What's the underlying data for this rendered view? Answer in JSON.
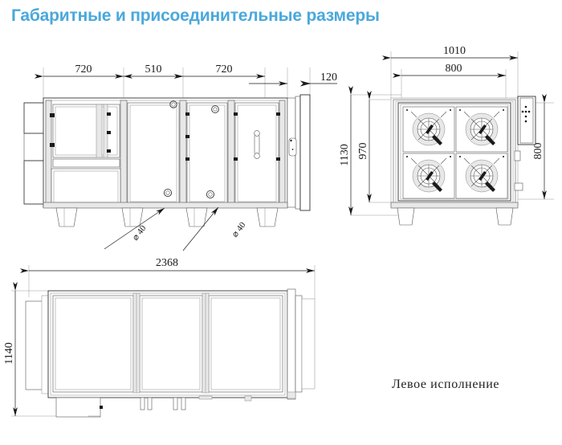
{
  "page": {
    "title": "Габаритные и присоединительные размеры",
    "title_color": "#4aa8dc",
    "background": "#ffffff",
    "line_color": "#1a1a1a",
    "note": "Левое исполнение"
  },
  "views": {
    "front": {
      "name": "front-elevation-view",
      "top_dimensions": [
        {
          "label": "720"
        },
        {
          "label": "510"
        },
        {
          "label": "720"
        },
        {
          "label": "120"
        }
      ],
      "callouts": [
        {
          "label": "⌀ 40"
        },
        {
          "label": "⌀ 40"
        }
      ]
    },
    "side": {
      "name": "side-elevation-view",
      "top_dimensions": [
        {
          "label": "1010"
        },
        {
          "label": "800"
        }
      ],
      "left_dimensions": [
        {
          "label": "1130"
        },
        {
          "label": "970"
        }
      ],
      "right_dimensions": [
        {
          "label": "800"
        }
      ],
      "fan_count": 4
    },
    "plan": {
      "name": "plan-top-view",
      "top_dimensions": [
        {
          "label": "2368"
        }
      ],
      "left_dimensions": [
        {
          "label": "1140"
        }
      ]
    }
  }
}
